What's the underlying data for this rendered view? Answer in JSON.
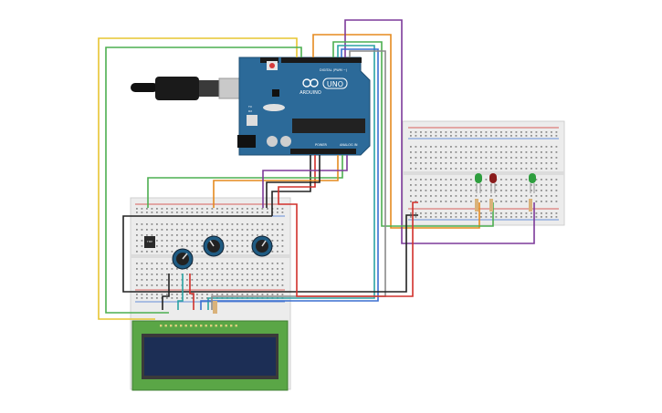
{
  "arduino": {
    "logo_text": "UNO",
    "brand": "ARDUINO",
    "digital_label": "DIGITAL (PWM ~)",
    "power_label": "POWER",
    "analog_label": "ANALOG IN",
    "tx_label": "TX",
    "rx_label": "RX"
  },
  "sensor": {
    "label": "TMP"
  },
  "colors": {
    "arduino_blue": "#2c6a99",
    "wire_yellow": "#e7c531",
    "wire_green": "#4caf50",
    "wire_orange": "#e58a1f",
    "wire_purple": "#7d3a9a",
    "wire_black": "#222222",
    "wire_red": "#d1302b",
    "wire_teal": "#2aa3a3",
    "wire_blue": "#3a6fd1",
    "led_green": "#2e9e3e",
    "led_red": "#8a1c1c",
    "lcd_green": "#5aa646",
    "lcd_screen": "#1c2e55",
    "breadboard": "#ececec"
  }
}
